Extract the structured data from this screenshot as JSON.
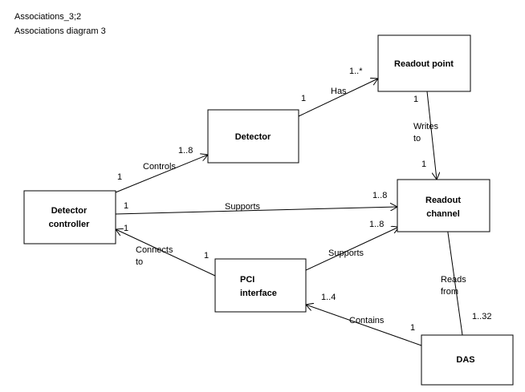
{
  "header": {
    "name": "Associations_3;2",
    "subtitle": "Associations diagram 3"
  },
  "nodes": {
    "readout_point": [
      "Readout point"
    ],
    "detector": [
      "Detector"
    ],
    "detector_controller": [
      "Detector",
      "controller"
    ],
    "readout_channel": [
      "Readout",
      "channel"
    ],
    "pci_interface": [
      "PCI",
      "interface"
    ],
    "das": [
      "DAS"
    ]
  },
  "associations": {
    "has": {
      "name": "Has",
      "source_mult": "1",
      "target_mult": "1..*"
    },
    "writes_to": {
      "name": [
        "Writes",
        "to"
      ],
      "source_mult": "1",
      "target_mult": "1"
    },
    "controls": {
      "name": "Controls",
      "source_mult": "1",
      "target_mult": "1..8"
    },
    "supports_controller": {
      "name": "Supports",
      "source_mult": "1",
      "target_mult": "1..8"
    },
    "connects_to": {
      "name": [
        "Connects",
        "to"
      ],
      "source_mult": "1",
      "target_mult": "1"
    },
    "supports_pci": {
      "name": "Supports",
      "target_mult": "1..8"
    },
    "reads_from": {
      "name": [
        "Reads",
        "from"
      ],
      "source_mult": "1..32"
    },
    "contains": {
      "name": "Contains",
      "source_mult": "1",
      "target_mult": "1..4"
    }
  }
}
